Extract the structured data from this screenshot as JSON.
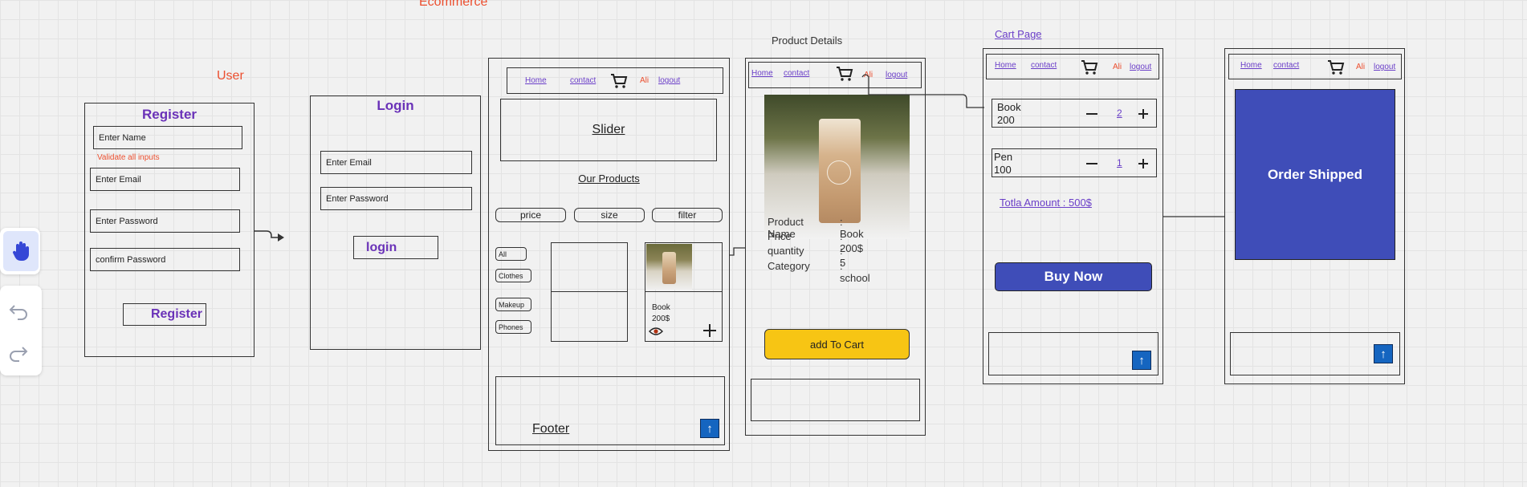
{
  "headings": {
    "ecommerce": "Ecommerce",
    "user": "User",
    "product_details": "Product Details",
    "cart_page": "Cart Page"
  },
  "register": {
    "title": "Register",
    "name_placeholder": "Enter Name",
    "validate_note": "Validate all inputs",
    "email_placeholder": "Enter Email",
    "password_placeholder": "Enter Password",
    "confirm_placeholder": "confirm Password",
    "button": "Register"
  },
  "login": {
    "title": "Login",
    "email_placeholder": "Enter Email",
    "password_placeholder": "Enter Password",
    "button": "login"
  },
  "nav": {
    "home": "Home",
    "contact": "contact",
    "user": "Ali",
    "logout": "logout"
  },
  "home": {
    "slider": "Slider",
    "our_products": "Our Products",
    "filters": [
      "price",
      "size",
      "filter"
    ],
    "categories": [
      "All",
      "Clothes",
      "Makeup",
      "Phones"
    ],
    "card_name": "Book",
    "card_price": "200$",
    "footer": "Footer"
  },
  "details": {
    "rows": [
      {
        "label": "Product Name",
        "value": ": Book"
      },
      {
        "label": "Price",
        "value": ": 200$"
      },
      {
        "label": "quantity",
        "value": ": 5"
      },
      {
        "label": "Category",
        "value": ": school"
      }
    ],
    "add_to_cart": "add To Cart"
  },
  "cart": {
    "items": [
      {
        "name": "Book",
        "price": "200",
        "qty": "2"
      },
      {
        "name": "Pen",
        "price": "100",
        "qty": "1"
      }
    ],
    "total": "Totla Amount : 500$",
    "buy_now": "Buy Now"
  },
  "shipped": {
    "message": "Order Shipped"
  },
  "icons": {
    "hand": "hand-icon",
    "undo": "undo-icon",
    "redo": "redo-icon",
    "cart": "cart-icon",
    "eye": "eye-icon",
    "plus": "plus-icon",
    "minus": "minus-icon",
    "arrow_up": "arrow-up-icon"
  },
  "colors": {
    "accent_red": "#ec4f2f",
    "purple": "#6a32b8",
    "button_blue": "#3f4db8",
    "add_cart_yellow": "#f7c514",
    "up_button": "#1565c0"
  }
}
